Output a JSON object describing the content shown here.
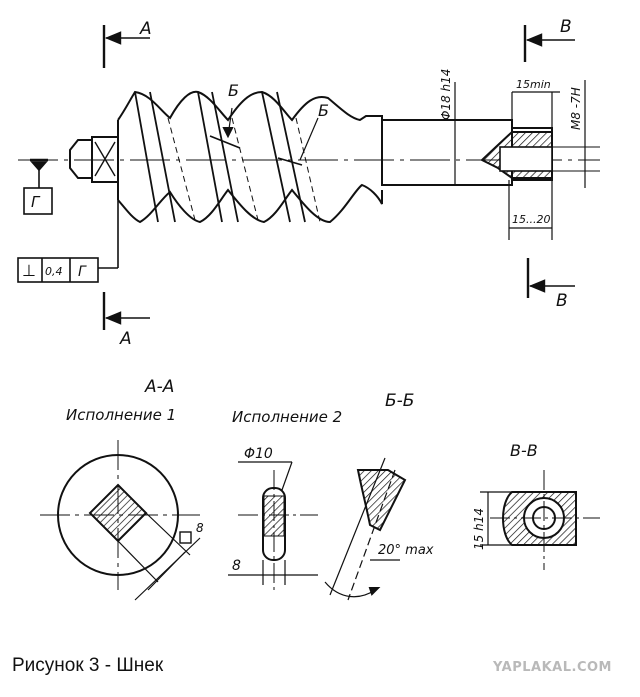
{
  "caption": "Рисунок 3 - Шнек",
  "watermark": "YAPLAKAL.COM",
  "labels": {
    "sec_a": "А",
    "sec_b": "В",
    "cut_b": "Б",
    "datum": "Г",
    "perp": "⊥",
    "tol": "0,4",
    "dia18": "Φ18 h14",
    "min15": "15min",
    "m8": "M8 -7H",
    "len15_20": "15...20",
    "title_aa": "А-А",
    "title_bb": "Б-Б",
    "title_vv": "В-В",
    "isp1": "Исполнение 1",
    "isp2": "Исполнение 2",
    "dia10": "Φ10",
    "eight": "8",
    "sq8": "8",
    "twenty": "20° max",
    "h15": "15 h14"
  },
  "colors": {
    "line": "#111111",
    "hatch": "#111111",
    "watermark": "#b9b9b9"
  }
}
